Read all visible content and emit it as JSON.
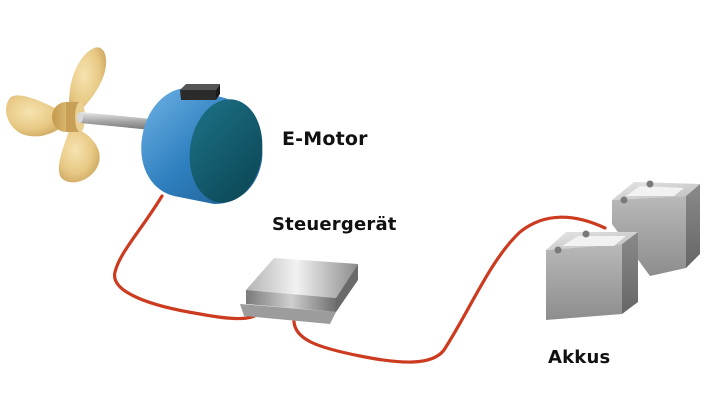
{
  "labels": {
    "motor": "E-Motor",
    "controller": "Steuergerät",
    "batteries": "Akkus"
  },
  "colors": {
    "cable": "#cc3b1f",
    "propeller": "#e8c985",
    "motor_body": "#2f80bf",
    "motor_face": "#0e5a6a",
    "shaft": "#b3b3b3",
    "controller": "#9a9a9a",
    "battery": "#9c9c9c"
  }
}
